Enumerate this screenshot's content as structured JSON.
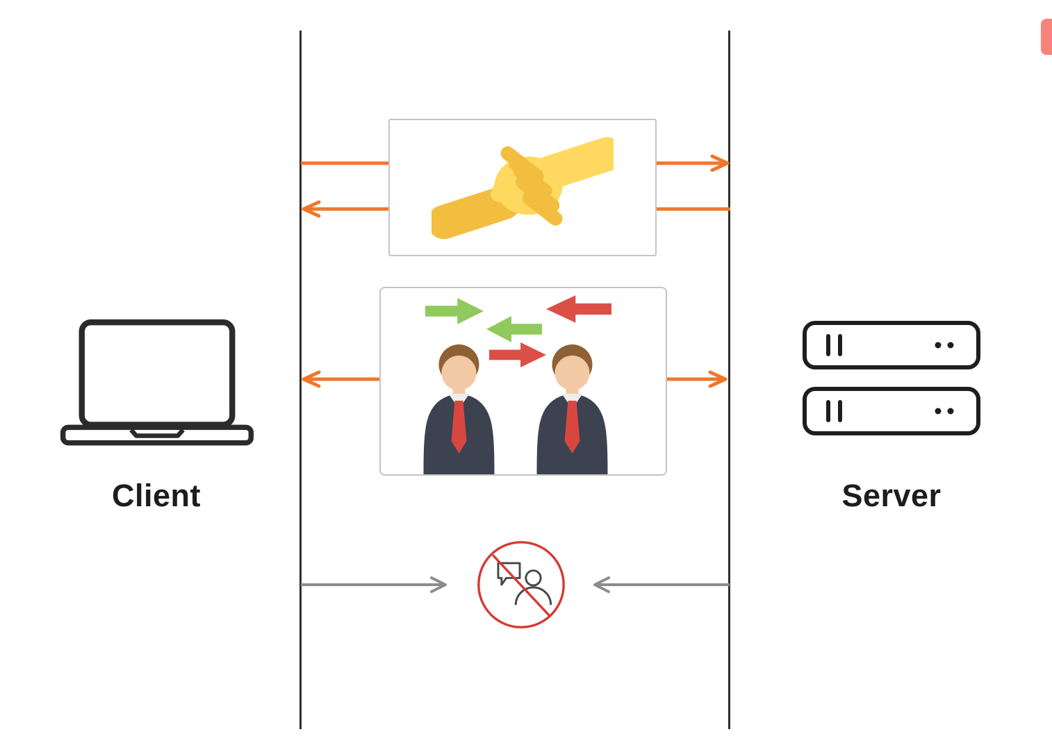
{
  "diagram": {
    "client": {
      "label": "Client",
      "icon": "laptop-icon"
    },
    "server": {
      "label": "Server",
      "icon": "server-stack-icon"
    },
    "steps": [
      {
        "name": "handshake",
        "icon": "handshake-icon",
        "direction": "bidirectional",
        "arrow_color": "#F0772A"
      },
      {
        "name": "data-exchange",
        "icon": "businessmen-data-exchange-icon",
        "direction": "bidirectional",
        "arrow_color": "#F0772A"
      },
      {
        "name": "connection-closed",
        "icon": "no-communication-icon",
        "direction": "inward",
        "arrow_color": "#8C8C8C"
      }
    ],
    "colors": {
      "orange_arrow": "#F0772A",
      "gray_arrow": "#8C8C8C",
      "lifeline": "#2F2F2F",
      "green_arrow": "#8FCA5C",
      "red_arrow": "#DC4F47",
      "prohibition_red": "#D53A31",
      "handshake_yellow_light": "#FFD95F",
      "handshake_yellow_dark": "#F3BE3F",
      "suit": "#3C4250",
      "tie_red": "#D8473F",
      "label_text": "#1D1D1D"
    }
  }
}
